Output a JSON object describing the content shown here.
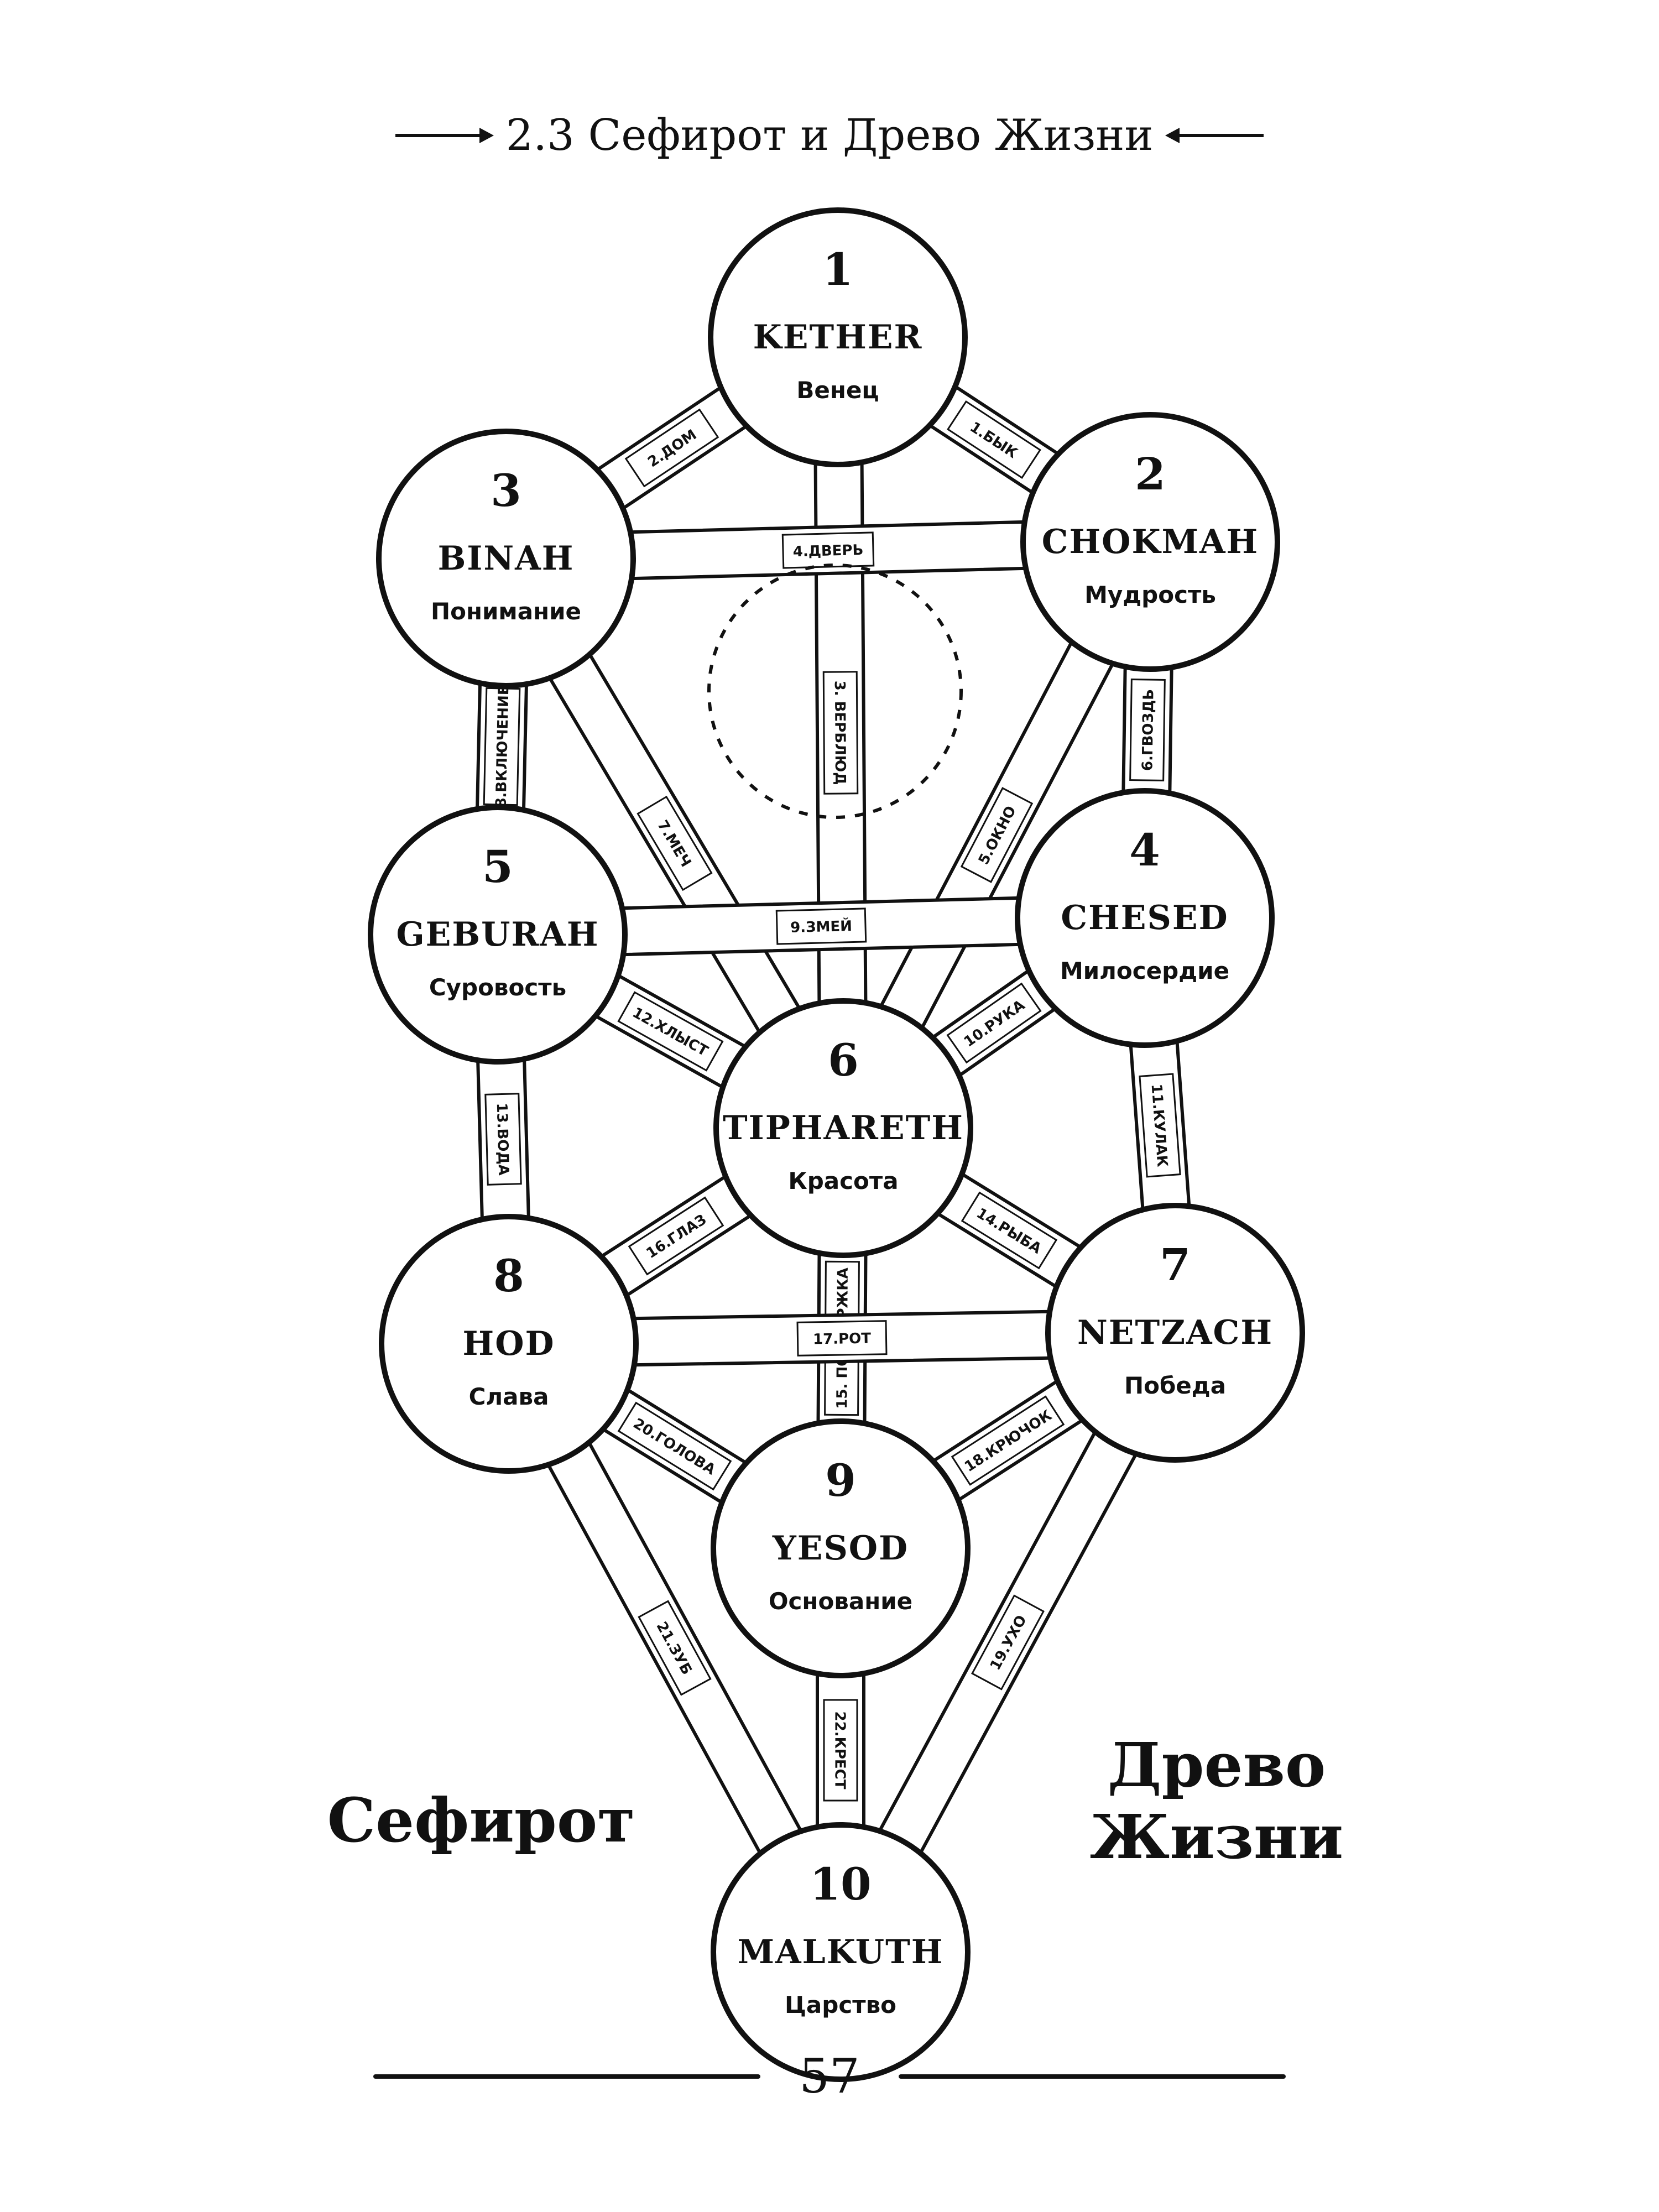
{
  "header": {
    "title": "2.3 Сефирот и Древо Жизни"
  },
  "footer": {
    "page_number": "57"
  },
  "captions": {
    "left": "Сефирот",
    "right_line1": "Древо",
    "right_line2": "Жизни"
  },
  "sephiroth": [
    {
      "id": "kether",
      "number": "1",
      "name": "KETHER",
      "meaning": "Венец"
    },
    {
      "id": "chokmah",
      "number": "2",
      "name": "CHOKMAH",
      "meaning": "Мудрость"
    },
    {
      "id": "binah",
      "number": "3",
      "name": "BINAH",
      "meaning": "Понимание"
    },
    {
      "id": "chesed",
      "number": "4",
      "name": "CHESED",
      "meaning": "Милосердие"
    },
    {
      "id": "geburah",
      "number": "5",
      "name": "GEBURAH",
      "meaning": "Суровость"
    },
    {
      "id": "tiphareth",
      "number": "6",
      "name": "TIPHARETH",
      "meaning": "Красота"
    },
    {
      "id": "netzach",
      "number": "7",
      "name": "NETZACH",
      "meaning": "Победа"
    },
    {
      "id": "hod",
      "number": "8",
      "name": "HOD",
      "meaning": "Слава"
    },
    {
      "id": "yesod",
      "number": "9",
      "name": "YESOD",
      "meaning": "Основание"
    },
    {
      "id": "malkuth",
      "number": "10",
      "name": "MALKUTH",
      "meaning": "Царство"
    }
  ],
  "paths": [
    {
      "id": "p1",
      "from": "kether",
      "to": "chokmah",
      "label": "1.БЫК"
    },
    {
      "id": "p2",
      "from": "kether",
      "to": "binah",
      "label": "2.ДОМ"
    },
    {
      "id": "p3",
      "from": "kether",
      "to": "tiphareth",
      "label": "3. ВЕРБЛЮД"
    },
    {
      "id": "p4",
      "from": "chokmah",
      "to": "binah",
      "label": "4.ДВЕРЬ"
    },
    {
      "id": "p5",
      "from": "chokmah",
      "to": "tiphareth",
      "label": "5.ОКНО"
    },
    {
      "id": "p6",
      "from": "chokmah",
      "to": "chesed",
      "label": "6.ГВОЗДЬ"
    },
    {
      "id": "p7",
      "from": "binah",
      "to": "tiphareth",
      "label": "7.МЕЧ"
    },
    {
      "id": "p8",
      "from": "binah",
      "to": "geburah",
      "label": "8.ВКЛЮЧЕНИЕ"
    },
    {
      "id": "p9",
      "from": "chesed",
      "to": "geburah",
      "label": "9.ЗМЕЙ"
    },
    {
      "id": "p10",
      "from": "chesed",
      "to": "tiphareth",
      "label": "10.РУКА"
    },
    {
      "id": "p11",
      "from": "chesed",
      "to": "netzach",
      "label": "11.КУЛАК"
    },
    {
      "id": "p12",
      "from": "geburah",
      "to": "tiphareth",
      "label": "12.ХЛЫСТ"
    },
    {
      "id": "p13",
      "from": "geburah",
      "to": "hod",
      "label": "13.ВОДА"
    },
    {
      "id": "p14",
      "from": "tiphareth",
      "to": "netzach",
      "label": "14.РЫБА"
    },
    {
      "id": "p15",
      "from": "tiphareth",
      "to": "yesod",
      "label": "15. ПОДДЕРЖКА"
    },
    {
      "id": "p16",
      "from": "tiphareth",
      "to": "hod",
      "label": "16.ГЛАЗ"
    },
    {
      "id": "p17",
      "from": "netzach",
      "to": "hod",
      "label": "17.РОТ"
    },
    {
      "id": "p18",
      "from": "netzach",
      "to": "yesod",
      "label": "18.КРЮЧОК"
    },
    {
      "id": "p19",
      "from": "netzach",
      "to": "malkuth",
      "label": "19.УХО"
    },
    {
      "id": "p20",
      "from": "hod",
      "to": "yesod",
      "label": "20.ГОЛОВА"
    },
    {
      "id": "p21",
      "from": "hod",
      "to": "malkuth",
      "label": "21.ЗУБ"
    },
    {
      "id": "p22",
      "from": "yesod",
      "to": "malkuth",
      "label": "22.КРЕСТ"
    }
  ]
}
